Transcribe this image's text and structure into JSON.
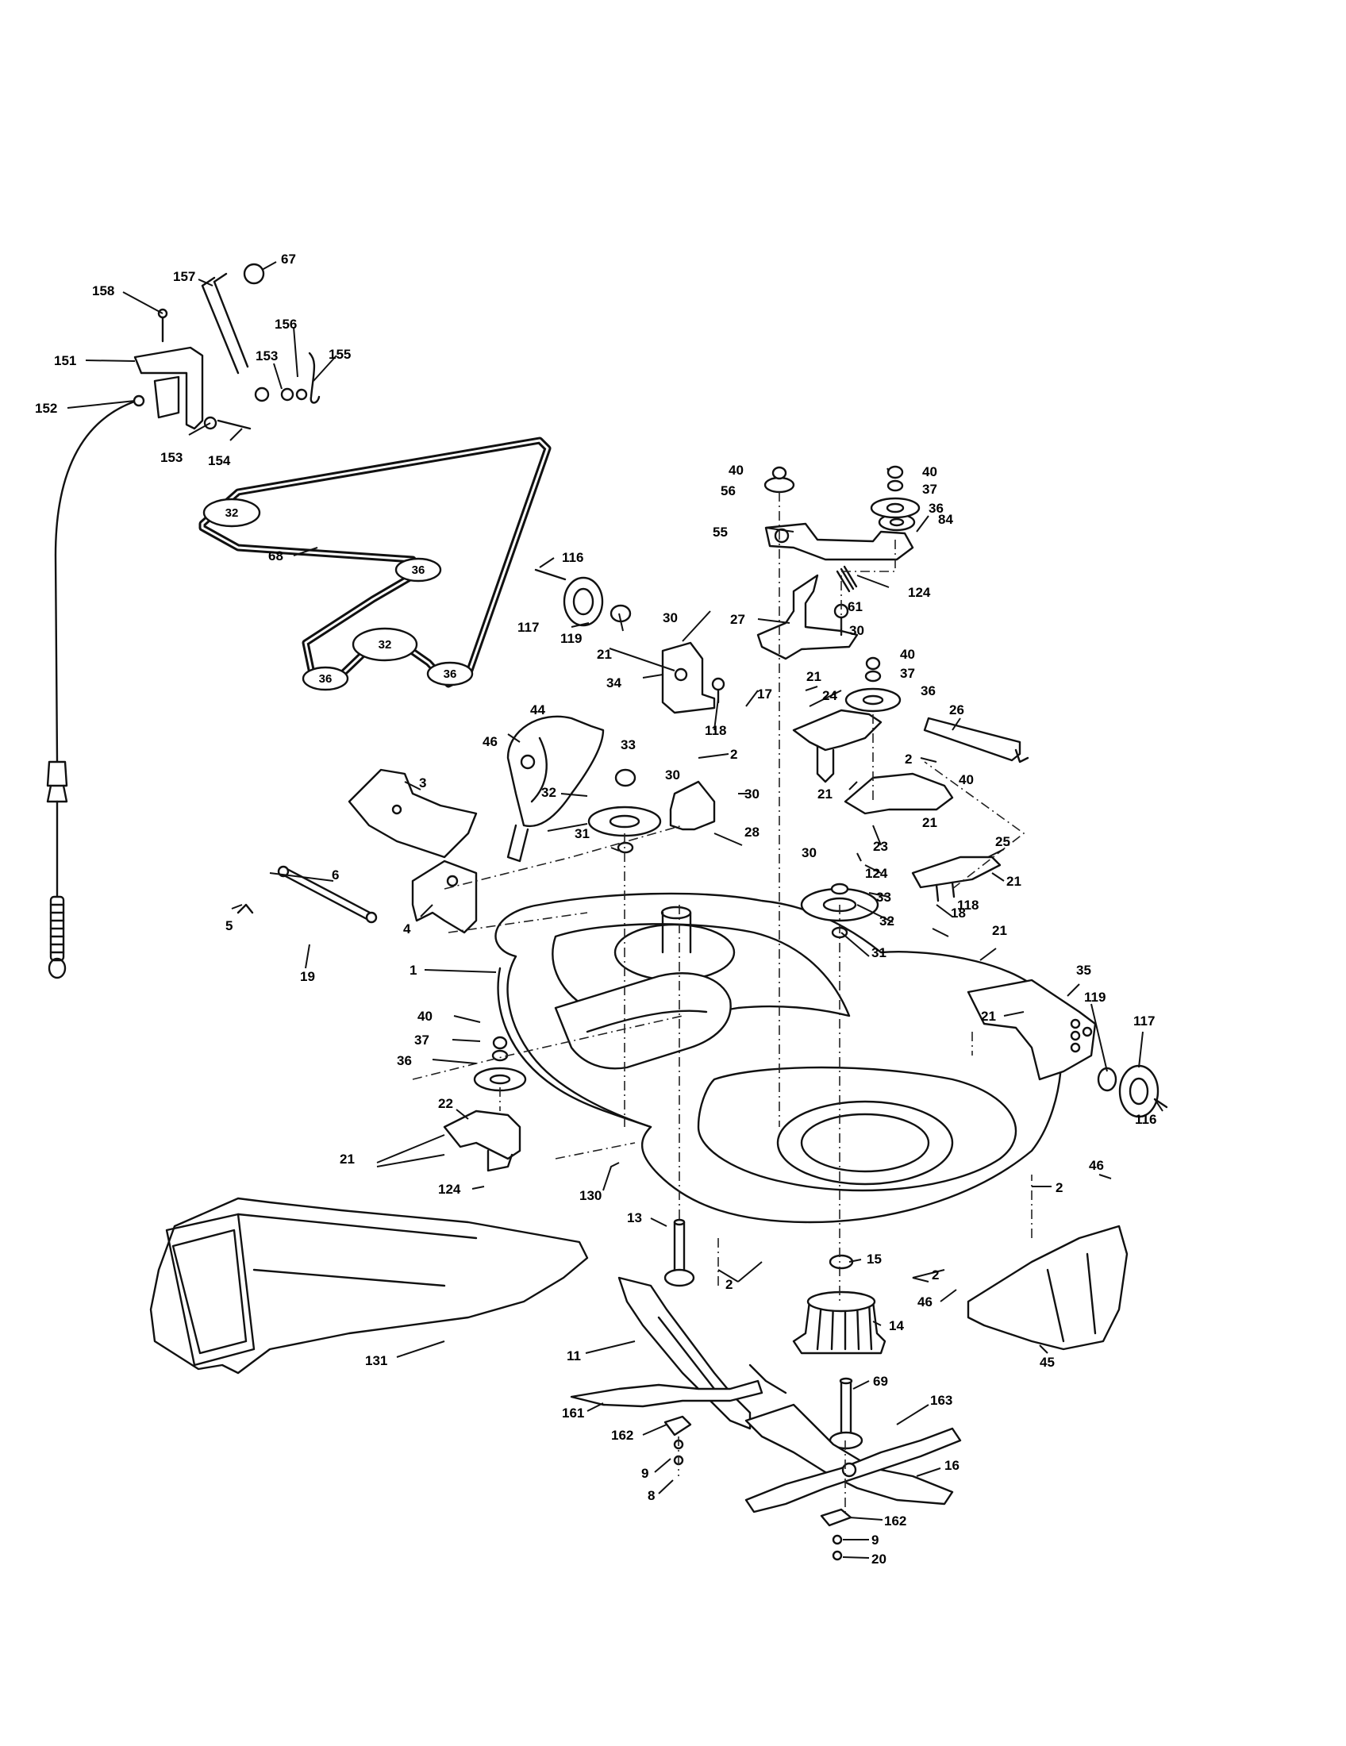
{
  "diagram": {
    "belt_pulley_labels": [
      "32",
      "36",
      "32",
      "36",
      "36"
    ],
    "callouts": [
      {
        "id": "c1",
        "text": "67"
      },
      {
        "id": "c2",
        "text": "157"
      },
      {
        "id": "c3",
        "text": "158"
      },
      {
        "id": "c4",
        "text": "156"
      },
      {
        "id": "c5",
        "text": "151"
      },
      {
        "id": "c6",
        "text": "153"
      },
      {
        "id": "c7",
        "text": "155"
      },
      {
        "id": "c8",
        "text": "152"
      },
      {
        "id": "c9",
        "text": "153"
      },
      {
        "id": "c10",
        "text": "154"
      },
      {
        "id": "c11",
        "text": "68"
      },
      {
        "id": "c12",
        "text": "40"
      },
      {
        "id": "c13",
        "text": "40"
      },
      {
        "id": "c14",
        "text": "56"
      },
      {
        "id": "c15",
        "text": "37"
      },
      {
        "id": "c16",
        "text": "36"
      },
      {
        "id": "c17",
        "text": "55"
      },
      {
        "id": "c18",
        "text": "84"
      },
      {
        "id": "c19",
        "text": "116"
      },
      {
        "id": "c20",
        "text": "124"
      },
      {
        "id": "c21",
        "text": "61"
      },
      {
        "id": "c22",
        "text": "30"
      },
      {
        "id": "c23",
        "text": "27"
      },
      {
        "id": "c24",
        "text": "117"
      },
      {
        "id": "c25",
        "text": "119"
      },
      {
        "id": "c26",
        "text": "30"
      },
      {
        "id": "c27",
        "text": "40"
      },
      {
        "id": "c28",
        "text": "21"
      },
      {
        "id": "c29",
        "text": "37"
      },
      {
        "id": "c30",
        "text": "34"
      },
      {
        "id": "c31",
        "text": "17"
      },
      {
        "id": "c32",
        "text": "21"
      },
      {
        "id": "c33",
        "text": "36"
      },
      {
        "id": "c34",
        "text": "118"
      },
      {
        "id": "c35",
        "text": "24"
      },
      {
        "id": "c36",
        "text": "26"
      },
      {
        "id": "c37",
        "text": "46"
      },
      {
        "id": "c38",
        "text": "44"
      },
      {
        "id": "c39",
        "text": "2"
      },
      {
        "id": "c40",
        "text": "2"
      },
      {
        "id": "c41",
        "text": "33"
      },
      {
        "id": "c42",
        "text": "40"
      },
      {
        "id": "c43",
        "text": "3"
      },
      {
        "id": "c44",
        "text": "30"
      },
      {
        "id": "c45",
        "text": "30"
      },
      {
        "id": "c46",
        "text": "21"
      },
      {
        "id": "c47",
        "text": "21"
      },
      {
        "id": "c48",
        "text": "32"
      },
      {
        "id": "c49",
        "text": "23"
      },
      {
        "id": "c50",
        "text": "28"
      },
      {
        "id": "c51",
        "text": "124"
      },
      {
        "id": "c52",
        "text": "25"
      },
      {
        "id": "c53",
        "text": "31"
      },
      {
        "id": "c54",
        "text": "30"
      },
      {
        "id": "c55",
        "text": "21"
      },
      {
        "id": "c56",
        "text": "6"
      },
      {
        "id": "c57",
        "text": "33"
      },
      {
        "id": "c58",
        "text": "18"
      },
      {
        "id": "c59",
        "text": "118"
      },
      {
        "id": "c60",
        "text": "32"
      },
      {
        "id": "c61",
        "text": "5"
      },
      {
        "id": "c62",
        "text": "4"
      },
      {
        "id": "c63",
        "text": "31"
      },
      {
        "id": "c64",
        "text": "21"
      },
      {
        "id": "c65",
        "text": "19"
      },
      {
        "id": "c66",
        "text": "1"
      },
      {
        "id": "c67",
        "text": "35"
      },
      {
        "id": "c68",
        "text": "40"
      },
      {
        "id": "c69",
        "text": "21"
      },
      {
        "id": "c70",
        "text": "119"
      },
      {
        "id": "c71",
        "text": "117"
      },
      {
        "id": "c72",
        "text": "37"
      },
      {
        "id": "c73",
        "text": "36"
      },
      {
        "id": "c74",
        "text": "116"
      },
      {
        "id": "c75",
        "text": "22"
      },
      {
        "id": "c76",
        "text": "21"
      },
      {
        "id": "c77",
        "text": "46"
      },
      {
        "id": "c78",
        "text": "124"
      },
      {
        "id": "c79",
        "text": "130"
      },
      {
        "id": "c80",
        "text": "2"
      },
      {
        "id": "c81",
        "text": "13"
      },
      {
        "id": "c82",
        "text": "15"
      },
      {
        "id": "c83",
        "text": "2"
      },
      {
        "id": "c84",
        "text": "46"
      },
      {
        "id": "c85",
        "text": "2"
      },
      {
        "id": "c86",
        "text": "14"
      },
      {
        "id": "c87",
        "text": "45"
      },
      {
        "id": "c88",
        "text": "131"
      },
      {
        "id": "c89",
        "text": "11"
      },
      {
        "id": "c90",
        "text": "69"
      },
      {
        "id": "c91",
        "text": "161"
      },
      {
        "id": "c92",
        "text": "163"
      },
      {
        "id": "c93",
        "text": "162"
      },
      {
        "id": "c94",
        "text": "9"
      },
      {
        "id": "c95",
        "text": "16"
      },
      {
        "id": "c96",
        "text": "8"
      },
      {
        "id": "c97",
        "text": "162"
      },
      {
        "id": "c98",
        "text": "9"
      },
      {
        "id": "c99",
        "text": "20"
      }
    ]
  }
}
